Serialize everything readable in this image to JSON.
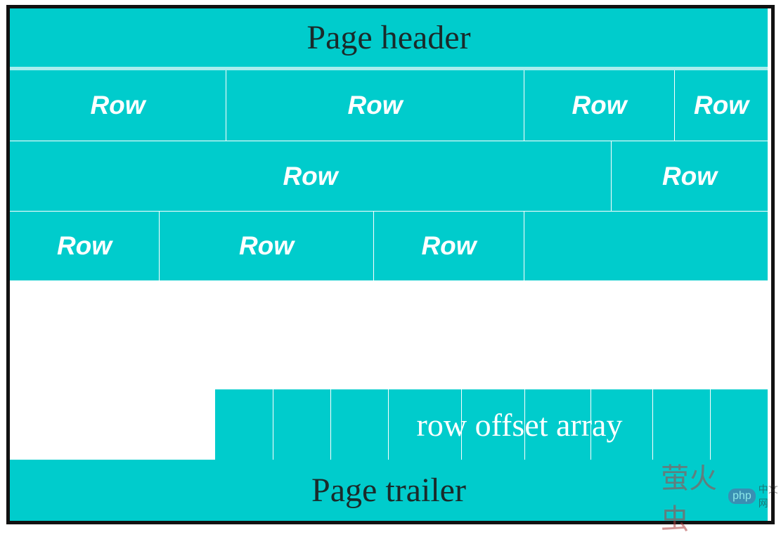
{
  "header": {
    "label": "Page header"
  },
  "rows": [
    [
      "Row",
      "Row",
      "Row",
      "Row"
    ],
    [
      "Row",
      "Row"
    ],
    [
      "Row",
      "Row",
      "Row",
      ""
    ]
  ],
  "offset_array": {
    "label": "row offset array"
  },
  "trailer": {
    "label": "Page trailer"
  },
  "watermark": {
    "logo_text": "萤火虫",
    "badge": "php",
    "suffix": "中文网"
  },
  "colors": {
    "cell_fill": "#00CCCC",
    "border": "#111111",
    "header_text": "#1a2a2a",
    "row_text": "#ffffff"
  }
}
